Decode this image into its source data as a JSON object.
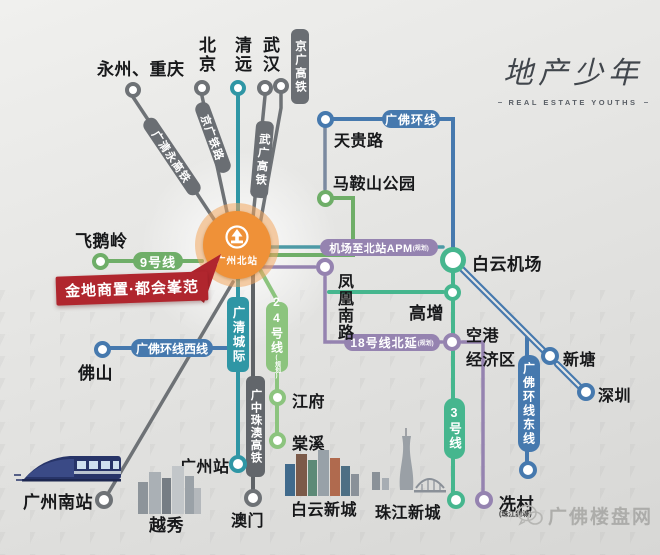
{
  "logo": {
    "title": "地产少年",
    "subtitle": "REAL ESTATE YOUTHS"
  },
  "hub": {
    "name": "广州北站"
  },
  "banner": {
    "text": "金地商置·都会峯范"
  },
  "watermark": {
    "text": "广佛楼盘网"
  },
  "colors": {
    "hub_orange": "#ef9138",
    "banner_red": "#b0262e",
    "blue": "#4679ae",
    "teal": "#2f96a5",
    "green": "#6fae68",
    "light_green": "#8cc47e",
    "mint": "#46b68e",
    "purple": "#9583b0",
    "gray": "#6a6e73",
    "dark_gray": "#62666b"
  },
  "lines": {
    "jingguang_gaotie": "京广高铁",
    "guangqingyong_gaotie": "广清永高铁",
    "jingguang_tielu": "京广铁路",
    "wuguang_gaotie": "武广高铁",
    "guangfo_huanxian": "广佛环线",
    "apm": "机场至北站APM",
    "apm_note": "(规划)",
    "line9": "9号线",
    "guangqing_chengji": "广清城际",
    "line24": "24号线",
    "line24_note": "(规划)",
    "line18": "18号线北延",
    "line18_note": "(规划)",
    "line3": "3号线",
    "guangfo_xixian": "广佛环线西线",
    "guangfo_dongxian": "广佛环线东线",
    "guangzhongzhuao_gaotie": "广中珠澳高铁"
  },
  "stations": {
    "yongzhou_chongqing": "永州、重庆",
    "beijing": "北京",
    "qingyuan": "清远",
    "wuhan": "武汉",
    "tianguilu": "天贵路",
    "maanshan_gongyuan": "马鞍山公园",
    "feieling": "飞鹅岭",
    "baiyun_jichang": "白云机场",
    "fenghuang_nanlu": "凤凰南路",
    "gaozeng": "高增",
    "konggang_line1": "空港",
    "konggang_line2": "经济区",
    "xintang": "新塘",
    "shenzhen": "深圳",
    "foshan": "佛山",
    "jiangfu": "江府",
    "tangxi": "棠溪",
    "guangzhou_zhan": "广州站",
    "aomen": "澳门",
    "xiancun": "冼村",
    "xiancun_note": "(珠江新城)",
    "guangzhou_nanzhan": "广州南站"
  },
  "districts": {
    "yuexiu": "越秀",
    "baiyun_xincheng": "白云新城",
    "zhujiang_xincheng": "珠江新城"
  }
}
